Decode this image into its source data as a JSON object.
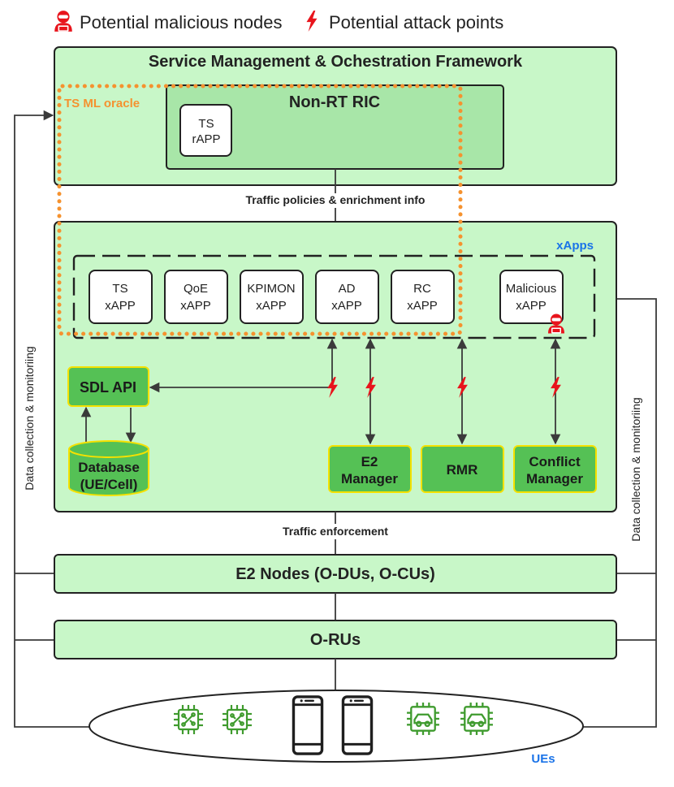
{
  "legend": {
    "malicious_nodes": "Potential malicious nodes",
    "attack_points": "Potential attack points"
  },
  "smo": {
    "title": "Service Management & Ochestration Framework"
  },
  "ts_oracle": {
    "label": "TS ML oracle"
  },
  "non_rt_ric": {
    "title": "Non-RT RIC",
    "rapp": {
      "line1": "TS",
      "line2": "rAPP"
    }
  },
  "links": {
    "policies": "Traffic policies & enrichment info",
    "enforcement": "Traffic enforcement"
  },
  "near_rt_ric": {
    "xapps_label": "xApps",
    "xapps": [
      {
        "line1": "TS",
        "line2": "xAPP"
      },
      {
        "line1": "QoE",
        "line2": "xAPP"
      },
      {
        "line1": "KPIMON",
        "line2": "xAPP"
      },
      {
        "line1": "AD",
        "line2": "xAPP"
      },
      {
        "line1": "RC",
        "line2": "xAPP"
      },
      {
        "line1": "Malicious",
        "line2": "xAPP"
      }
    ],
    "sdl_api": "SDL API",
    "database": {
      "line1": "Database",
      "line2": "(UE/Cell)"
    },
    "e2_manager": {
      "line1": "E2",
      "line2": "Manager"
    },
    "rmr": "RMR",
    "conflict_manager": {
      "line1": "Conflict",
      "line2": "Manager"
    }
  },
  "e2_nodes": {
    "title": "E2 Nodes (O-DUs, O-CUs)"
  },
  "o_rus": {
    "title": "O-RUs"
  },
  "side_labels": {
    "left": "Data collection & monitoriing",
    "right": "Data collection & monitoriing"
  },
  "ues": {
    "label": "UEs"
  },
  "colors": {
    "light_green": "#c8f7c8",
    "mid_green": "#a8e6a8",
    "strong_green": "#55c155",
    "oracle_orange": "#f5922f",
    "attack_red": "#e8141c",
    "xapps_blue": "#1a73e8",
    "chip_green": "#3f9b2e",
    "db_yellow": "#f5e100"
  },
  "icons": {
    "malicious": "hacker-icon",
    "attack": "lightning-bolt-icon",
    "chip": "chip-icon",
    "phone": "phone-icon",
    "car": "car-chip-icon"
  }
}
